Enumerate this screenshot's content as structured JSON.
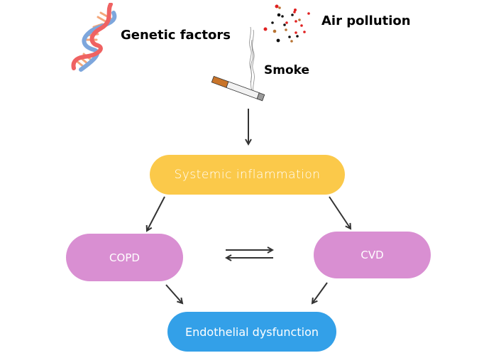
{
  "risk_factors": {
    "genetic": {
      "label": "Genetic factors",
      "icon": "dna-icon"
    },
    "air_pollution": {
      "label": "Air pollution",
      "icon": "pollution-particles-icon"
    },
    "smoke": {
      "label": "Smoke",
      "icon": "cigarette-icon"
    }
  },
  "nodes": {
    "inflammation": {
      "label": "Systemic inflammation",
      "color": "#fbc94a"
    },
    "copd": {
      "label": "COPD",
      "color": "#d98fd2"
    },
    "cvd": {
      "label": "CVD",
      "color": "#d98fd2"
    },
    "endothelial": {
      "label": "Endothelial dysfunction",
      "color": "#33a0e8"
    }
  },
  "edges": [
    {
      "from": "risk_factors",
      "to": "inflammation"
    },
    {
      "from": "inflammation",
      "to": "copd"
    },
    {
      "from": "inflammation",
      "to": "cvd"
    },
    {
      "from": "copd",
      "to": "cvd",
      "bidirectional": true
    },
    {
      "from": "copd",
      "to": "endothelial"
    },
    {
      "from": "cvd",
      "to": "endothelial"
    }
  ],
  "arrow_color": "#333333"
}
